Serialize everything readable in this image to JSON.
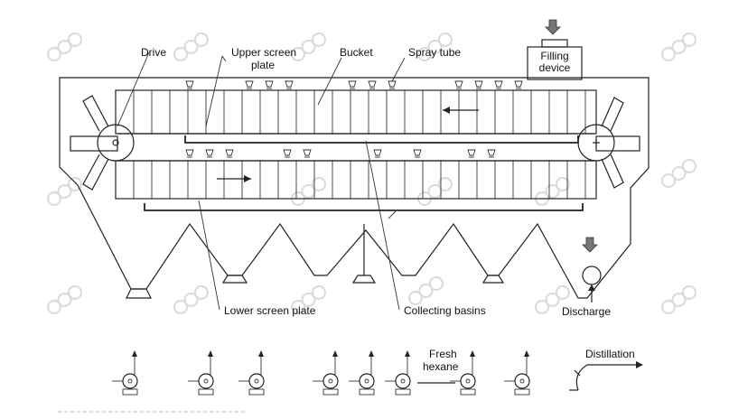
{
  "labels": {
    "drive": "Drive",
    "upper_screen_line1": "Upper screen",
    "upper_screen_line2": "plate",
    "bucket": "Bucket",
    "spray_tube": "Spray tube",
    "filling_line1": "Filling",
    "filling_line2": "device",
    "lower_screen": "Lower screen plate",
    "collecting_basins": "Collecting basins",
    "discharge": "Discharge",
    "fresh_line1": "Fresh",
    "fresh_line2": "hexane",
    "distillation": "Distillation"
  },
  "colors": {
    "line": "#222222",
    "watermark": "#d9d9d9",
    "arrow_fill": "#777777"
  },
  "icons": [
    "drive-wheel-icon",
    "sprocket-plus-icon",
    "nozzle-icon",
    "pump-icon",
    "down-arrow-icon"
  ]
}
